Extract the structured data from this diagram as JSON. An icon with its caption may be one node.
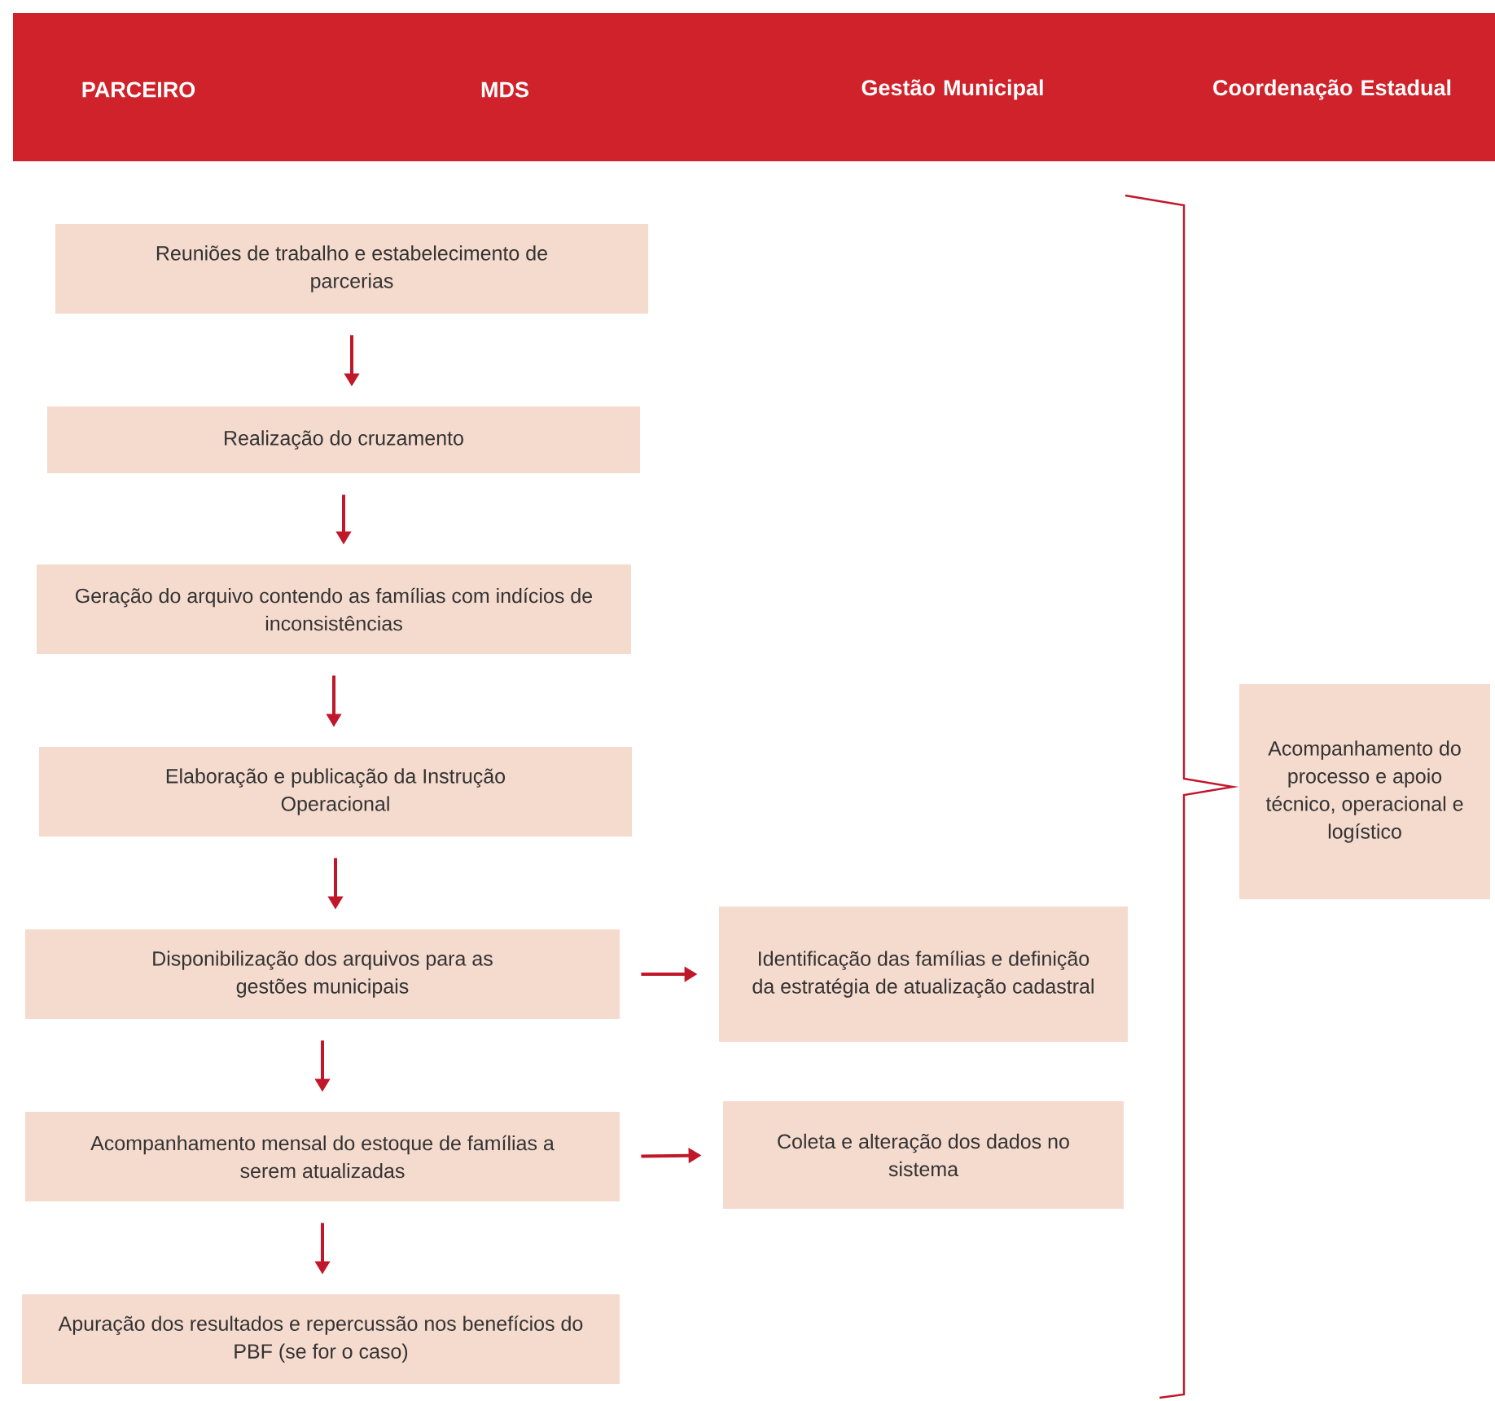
{
  "diagram": {
    "nodes": [
      {
        "text": [
          "Reuniões de trabalho e estabelecimento de parcerias"
        ]
      },
      {
        "text": [
          "Realização do cruzamento"
        ]
      },
      {
        "text": [
          "Geração do arquivo contendo as famílias com indícios de inconsistências"
        ]
      },
      {
        "text": [
          "Elaboração e publicação da Instrução Operacional"
        ]
      },
      {
        "text": [
          "Disponibilização dos arquivos para as gestões municipais"
        ]
      },
      {
        "text": [
          "Acompanhamento mensal do estoque de famílias a serem atualizadas"
        ]
      },
      {
        "text": [
          "Apuração dos resultados e repercussão nos benefícios do PBF (se for o caso)"
        ]
      },
      {
        "text": [
          "Identificação das famílias e definição da estratégia de atualização cadastral"
        ]
      },
      {
        "text": [
          "Coleta e alteração dos dados no sistema"
        ]
      },
      {
        "text": [
          "Acompanhamento do processo e apoio técnico, operacional e logístico"
        ]
      }
    ],
    "edges": [
      {
        "from": 0,
        "to": 1,
        "arrow": "to"
      },
      {
        "from": 1,
        "to": 2,
        "arrow": "to"
      },
      {
        "from": 2,
        "to": 3,
        "arrow": "to"
      },
      {
        "from": 3,
        "to": 4,
        "arrow": "to"
      },
      {
        "from": 4,
        "to": 5,
        "arrow": "to"
      },
      {
        "from": 5,
        "to": 6,
        "arrow": "to"
      },
      {
        "from": 4,
        "to": 7,
        "arrow": "to"
      },
      {
        "from": 5,
        "to": 8,
        "arrow": "to"
      }
    ],
    "labels": [
      "PARCEIRO",
      "MDS",
      "Gestão Municipal",
      "Coordenação Estadual"
    ]
  }
}
